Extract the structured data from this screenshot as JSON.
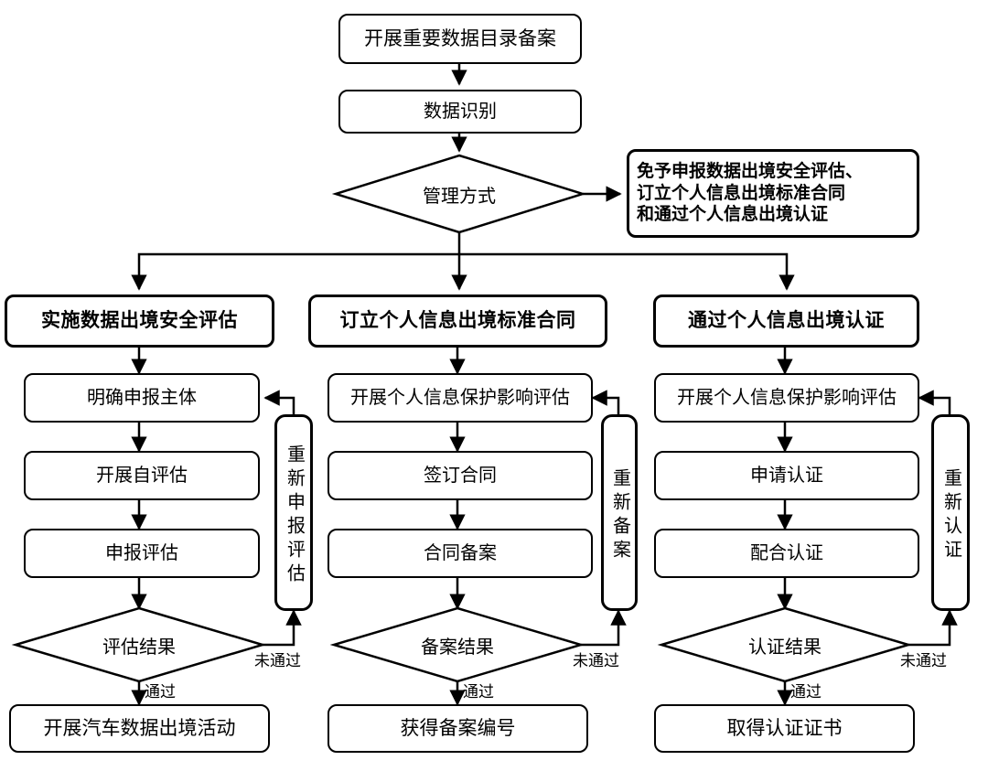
{
  "diagram": {
    "title_node": "开展重要数据目录备案",
    "identify_node": "数据识别",
    "decision_node": "管理方式",
    "exempt_node": "免予申报数据出境安全评估、订立个人信息出境标准合同和通过个人信息出境认证",
    "exempt_lines": [
      "免予申报数据出境安全评估、",
      "订立个人信息出境标准合同",
      "和通过个人信息出境认证"
    ],
    "branches": [
      {
        "header": "实施数据出境安全评估",
        "steps": [
          "明确申报主体",
          "开展自评估",
          "申报评估"
        ],
        "decision": "评估结果",
        "pass_label": "通过",
        "fail_label": "未通过",
        "feedback": "重新申报评估",
        "terminal": "开展汽车数据出境活动"
      },
      {
        "header": "订立个人信息出境标准合同",
        "steps": [
          "开展个人信息保护影响评估",
          "签订合同",
          "合同备案"
        ],
        "decision": "备案结果",
        "pass_label": "通过",
        "fail_label": "未通过",
        "feedback": "重新备案",
        "terminal": "获得备案编号"
      },
      {
        "header": "通过个人信息出境认证",
        "steps": [
          "开展个人信息保护影响评估",
          "申请认证",
          "配合认证"
        ],
        "decision": "认证结果",
        "pass_label": "通过",
        "fail_label": "未通过",
        "feedback": "重新认证",
        "terminal": "取得认证证书"
      }
    ],
    "colors": {
      "stroke": "#000000",
      "background": "#ffffff",
      "text": "#000000"
    }
  }
}
